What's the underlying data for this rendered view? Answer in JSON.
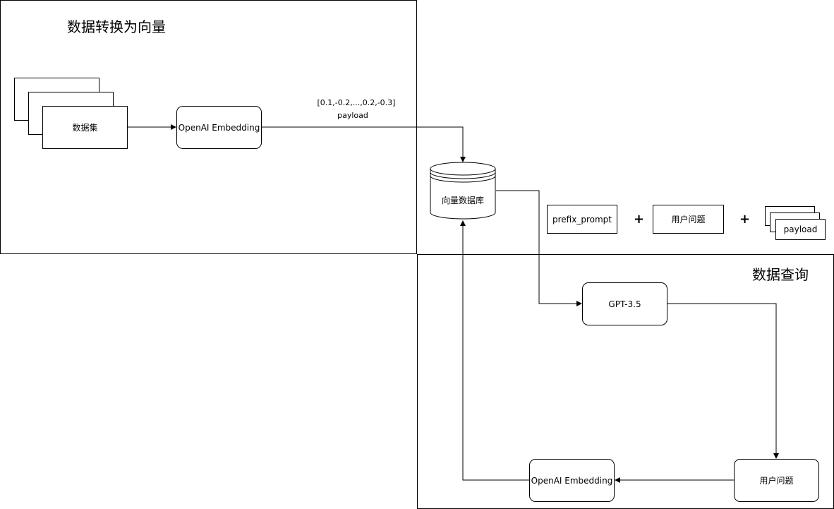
{
  "sections": {
    "vectorize_title": "数据转换为向量",
    "query_title": "数据查询"
  },
  "nodes": {
    "dataset": "数据集",
    "embedding_top": "OpenAI Embedding",
    "vector_db": "向量数据库",
    "gpt": "GPT-3.5",
    "user_question_bottom": "用户问题",
    "embedding_bottom": "OpenAI Embedding"
  },
  "edge_labels": {
    "vector_values": "[0.1,-0.2,...,0.2,-0.3]",
    "payload": "payload"
  },
  "prompt_parts": {
    "prefix": "prefix_prompt",
    "plus1": "+",
    "question": "用户问题",
    "plus2": "+",
    "payload": "payload"
  }
}
